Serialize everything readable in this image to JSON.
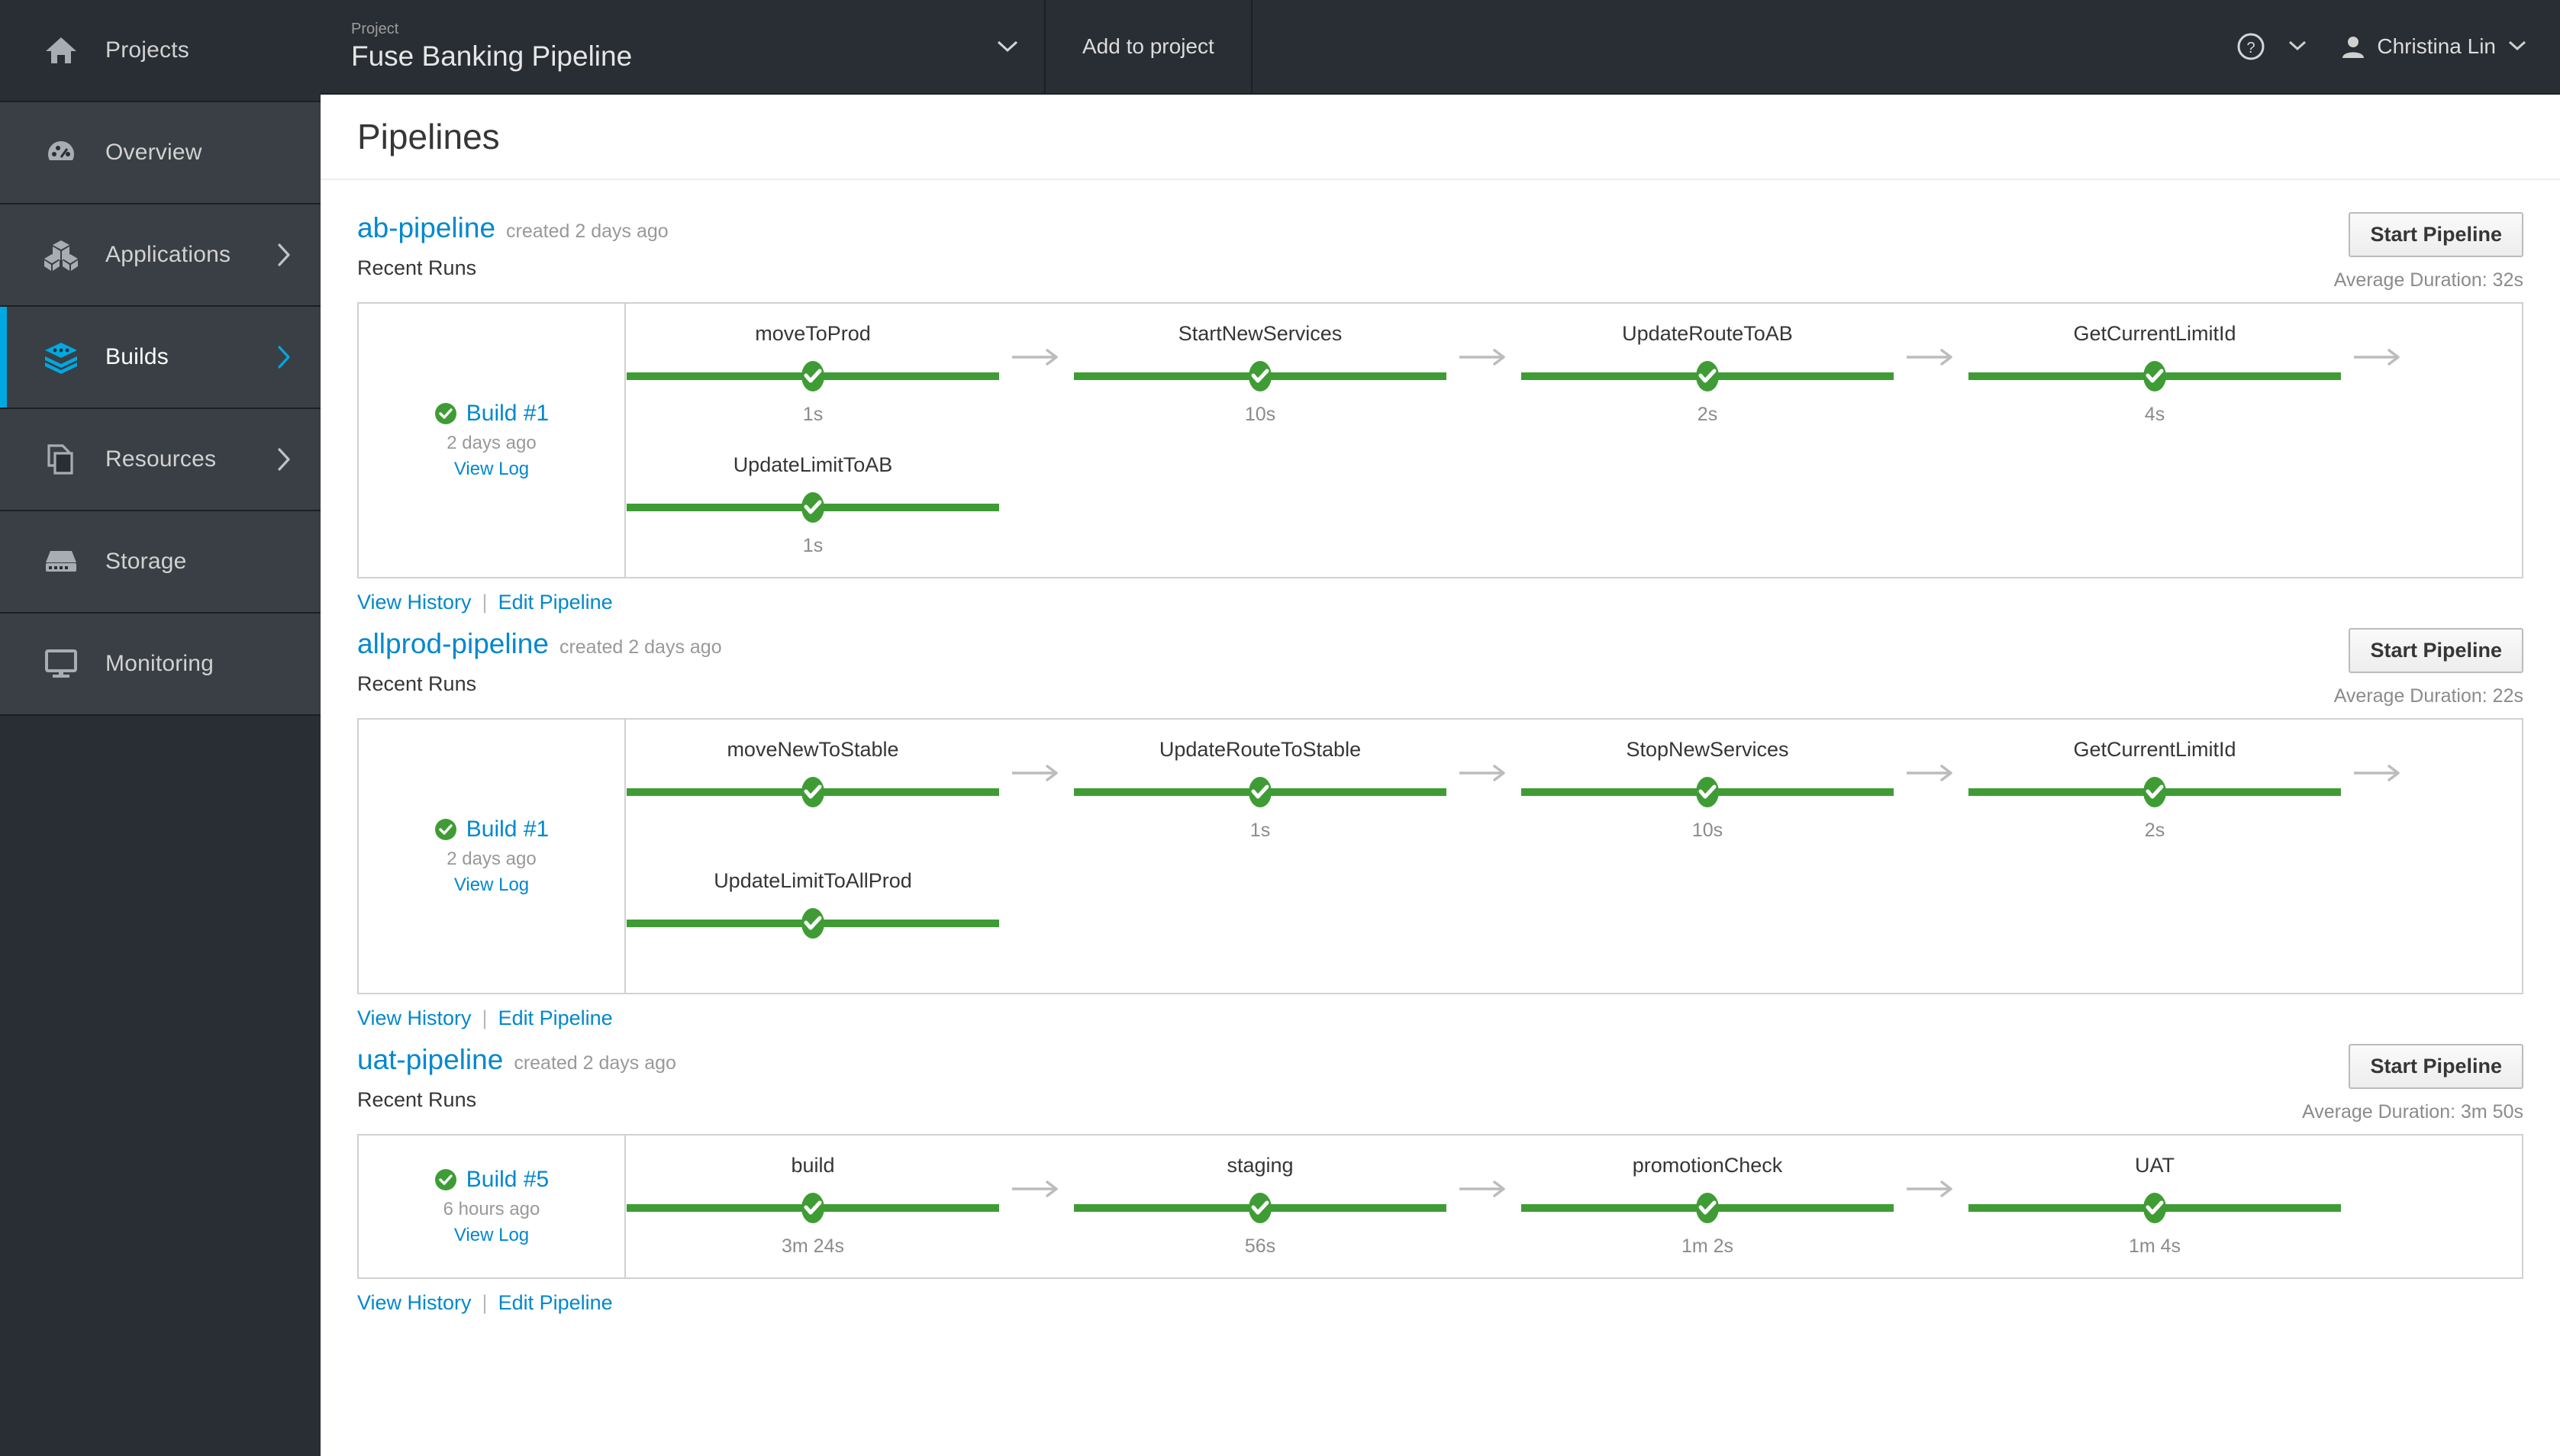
{
  "sidebar": {
    "items": [
      {
        "label": "Projects",
        "icon": "home-icon",
        "chevron": false,
        "active": false,
        "group": "top"
      },
      {
        "label": "Overview",
        "icon": "dashboard-icon",
        "chevron": false,
        "active": false,
        "group": "sub"
      },
      {
        "label": "Applications",
        "icon": "cubes-icon",
        "chevron": true,
        "active": false,
        "group": "sub"
      },
      {
        "label": "Builds",
        "icon": "layers-icon",
        "chevron": true,
        "active": true,
        "group": "sub"
      },
      {
        "label": "Resources",
        "icon": "files-icon",
        "chevron": true,
        "active": false,
        "group": "sub"
      },
      {
        "label": "Storage",
        "icon": "storage-icon",
        "chevron": false,
        "active": false,
        "group": "sub"
      },
      {
        "label": "Monitoring",
        "icon": "monitor-icon",
        "chevron": false,
        "active": false,
        "group": "sub"
      }
    ]
  },
  "topbar": {
    "project_label": "Project",
    "project_name": "Fuse Banking Pipeline",
    "project_caret": "⌄",
    "add_to_project": "Add to project",
    "help_caret": "⌄",
    "user_name": "Christina Lin",
    "user_caret": "⌄"
  },
  "page": {
    "title": "Pipelines"
  },
  "colors": {
    "accent_blue": "#0088ce",
    "sidebar_active": "#00a8e1",
    "success_green": "#3f9c35",
    "sidebar_bg": "#292e34",
    "muted_text": "#999999"
  },
  "labels": {
    "recent_runs": "Recent Runs",
    "start_pipeline": "Start Pipeline",
    "view_log": "View Log",
    "view_history": "View History",
    "edit_pipeline": "Edit Pipeline",
    "link_separator": "|"
  },
  "pipelines": [
    {
      "name": "ab-pipeline",
      "created": "created 2 days ago",
      "avg_duration": "Average Duration: 32s",
      "build": {
        "label": "Build #1",
        "time": "2 days ago",
        "status": "success"
      },
      "stage_rows": [
        [
          {
            "name": "moveToProd",
            "duration": "1s",
            "status": "success",
            "arrow_after": true
          },
          {
            "name": "StartNewServices",
            "duration": "10s",
            "status": "success",
            "arrow_after": true
          },
          {
            "name": "UpdateRouteToAB",
            "duration": "2s",
            "status": "success",
            "arrow_after": true
          },
          {
            "name": "GetCurrentLimitId",
            "duration": "4s",
            "status": "success",
            "arrow_after": true
          }
        ],
        [
          {
            "name": "UpdateLimitToAB",
            "duration": "1s",
            "status": "success",
            "arrow_after": false
          }
        ]
      ]
    },
    {
      "name": "allprod-pipeline",
      "created": "created 2 days ago",
      "avg_duration": "Average Duration: 22s",
      "build": {
        "label": "Build #1",
        "time": "2 days ago",
        "status": "success"
      },
      "stage_rows": [
        [
          {
            "name": "moveNewToStable",
            "duration": "",
            "status": "success",
            "arrow_after": true
          },
          {
            "name": "UpdateRouteToStable",
            "duration": "1s",
            "status": "success",
            "arrow_after": true
          },
          {
            "name": "StopNewServices",
            "duration": "10s",
            "status": "success",
            "arrow_after": true
          },
          {
            "name": "GetCurrentLimitId",
            "duration": "2s",
            "status": "success",
            "arrow_after": true
          }
        ],
        [
          {
            "name": "UpdateLimitToAllProd",
            "duration": "",
            "status": "success",
            "arrow_after": false
          }
        ]
      ]
    },
    {
      "name": "uat-pipeline",
      "created": "created 2 days ago",
      "avg_duration": "Average Duration: 3m 50s",
      "build": {
        "label": "Build #5",
        "time": "6 hours ago",
        "status": "success"
      },
      "stage_rows": [
        [
          {
            "name": "build",
            "duration": "3m 24s",
            "status": "success",
            "arrow_after": true
          },
          {
            "name": "staging",
            "duration": "56s",
            "status": "success",
            "arrow_after": true
          },
          {
            "name": "promotionCheck",
            "duration": "1m 2s",
            "status": "success",
            "arrow_after": true
          },
          {
            "name": "UAT",
            "duration": "1m 4s",
            "status": "success",
            "arrow_after": false
          }
        ]
      ]
    }
  ]
}
